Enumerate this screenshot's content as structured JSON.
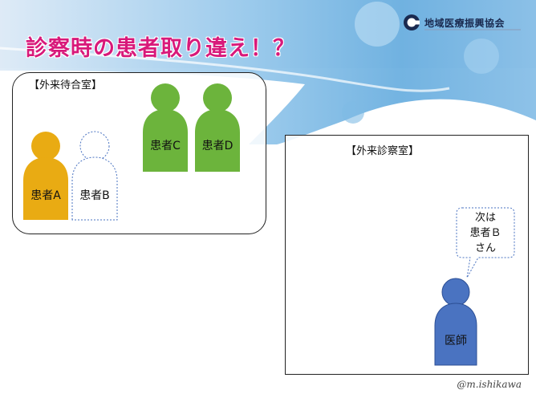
{
  "slide": {
    "title": "診察時の患者取り違え！？",
    "logo_text": "地域医療振興協会",
    "copyright": "@m.ishikawa"
  },
  "waiting_room": {
    "label": "【外来待合室】",
    "patients": [
      {
        "label": "患者A",
        "fill": "#e9ab13",
        "style": "solid"
      },
      {
        "label": "患者B",
        "fill": "#ffffff",
        "style": "dotted"
      },
      {
        "label": "患者C",
        "fill": "#6cb43c",
        "style": "solid"
      },
      {
        "label": "患者D",
        "fill": "#6cb43c",
        "style": "solid"
      }
    ]
  },
  "exam_room": {
    "label": "【外来診察室】",
    "doctor": {
      "label": "医師",
      "fill": "#4a73c1"
    },
    "speech_lines": [
      "次は",
      "患者Ｂ",
      "さん"
    ]
  },
  "colors": {
    "title": "#d8197a",
    "patient_a": "#e9ab13",
    "patient_b": "#ffffff",
    "patient_cd": "#6cb43c",
    "doctor": "#4a73c1",
    "dotted_outline": "#4a73c1"
  }
}
